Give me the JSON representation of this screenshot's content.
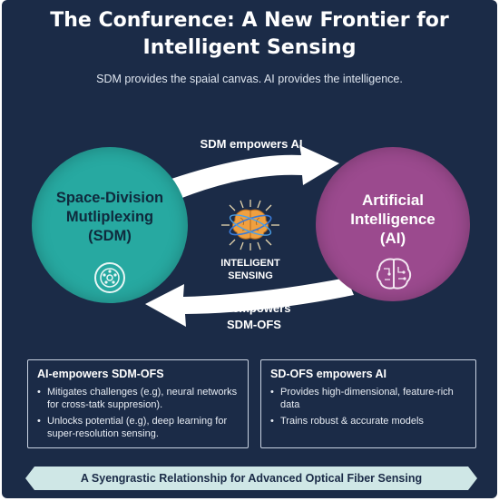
{
  "title_line1": "The Confurence: A New Frontier for",
  "title_line2": "Intelligent Sensing",
  "subtitle": "SDM provides the spaial canvas. AI provides the intelligence.",
  "arrow_top_label": "SDM empowers AI",
  "arrow_bottom_label_line1": "AI empowers",
  "arrow_bottom_label_line2": "SDM-OFS",
  "left_circle": {
    "line1": "Space-Division",
    "line2": "Mutliplexing",
    "line3": "(SDM)",
    "icon": "optical-fiber-icon",
    "color": "#27a9a1"
  },
  "right_circle": {
    "line1": "Artificial",
    "line2": "Intelligence",
    "line3": "(AI)",
    "icon": "brain-circuit-icon",
    "color": "#9b4a8e"
  },
  "center": {
    "line1": "INTELIGENT",
    "line2": "SENSING",
    "icon": "brain-burst-icon"
  },
  "box_left": {
    "heading": "AI-empowers SDM-OFS",
    "items": [
      "Mitigates challenges (e.g), neural networks for cross-tatk suppresion).",
      "Unlocks potential (e.g), deep learning for super-resolution sensing."
    ]
  },
  "box_right": {
    "heading": "SD-OFS empowers AI",
    "items": [
      "Provides high-dimensional, feature-rich data",
      "Trains robust & accurate models"
    ]
  },
  "banner": "A Syengrastic Relationship for Advanced Optical Fiber Sensing"
}
